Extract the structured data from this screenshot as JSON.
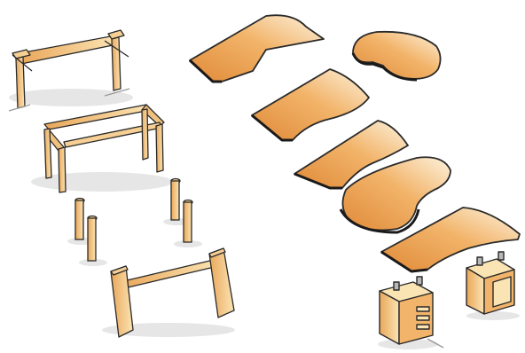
{
  "illustration": {
    "style": "hand-drawn marker sketch of modular office desk components",
    "colors": {
      "wood_light": "#fbe4b4",
      "wood_mid": "#f2b46a",
      "wood_dark": "#e08a38",
      "outline": "#2a2a2a",
      "shadow": "#d8d8d8",
      "metal": "#b8b8b8"
    },
    "left_group": [
      "t-leg-frame",
      "four-leg-frame",
      "column-legs",
      "panel-leg-frame"
    ],
    "right_group": [
      "desk-top-1",
      "round-return-top",
      "desk-top-2",
      "desk-top-3",
      "desk-top-4",
      "desk-top-5",
      "pedestal-drawers",
      "pedestal-cabinet"
    ]
  }
}
